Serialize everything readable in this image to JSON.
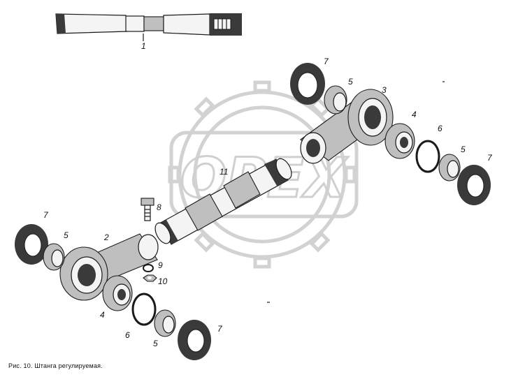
{
  "watermark": {
    "text": "OPEX"
  },
  "labels": {
    "p1": "1",
    "p2": "2",
    "p3": "3",
    "p4a": "4",
    "p4b": "4",
    "p5a": "5",
    "p5b": "5",
    "p5c": "5",
    "p5d": "5",
    "p6a": "6",
    "p6b": "6",
    "p7a": "7",
    "p7b": "7",
    "p7c": "7",
    "p7d": "7",
    "p8": "8",
    "p9": "9",
    "p10": "10",
    "p11": "11"
  },
  "caption": "Рис. 10. Штанга регулируемая."
}
